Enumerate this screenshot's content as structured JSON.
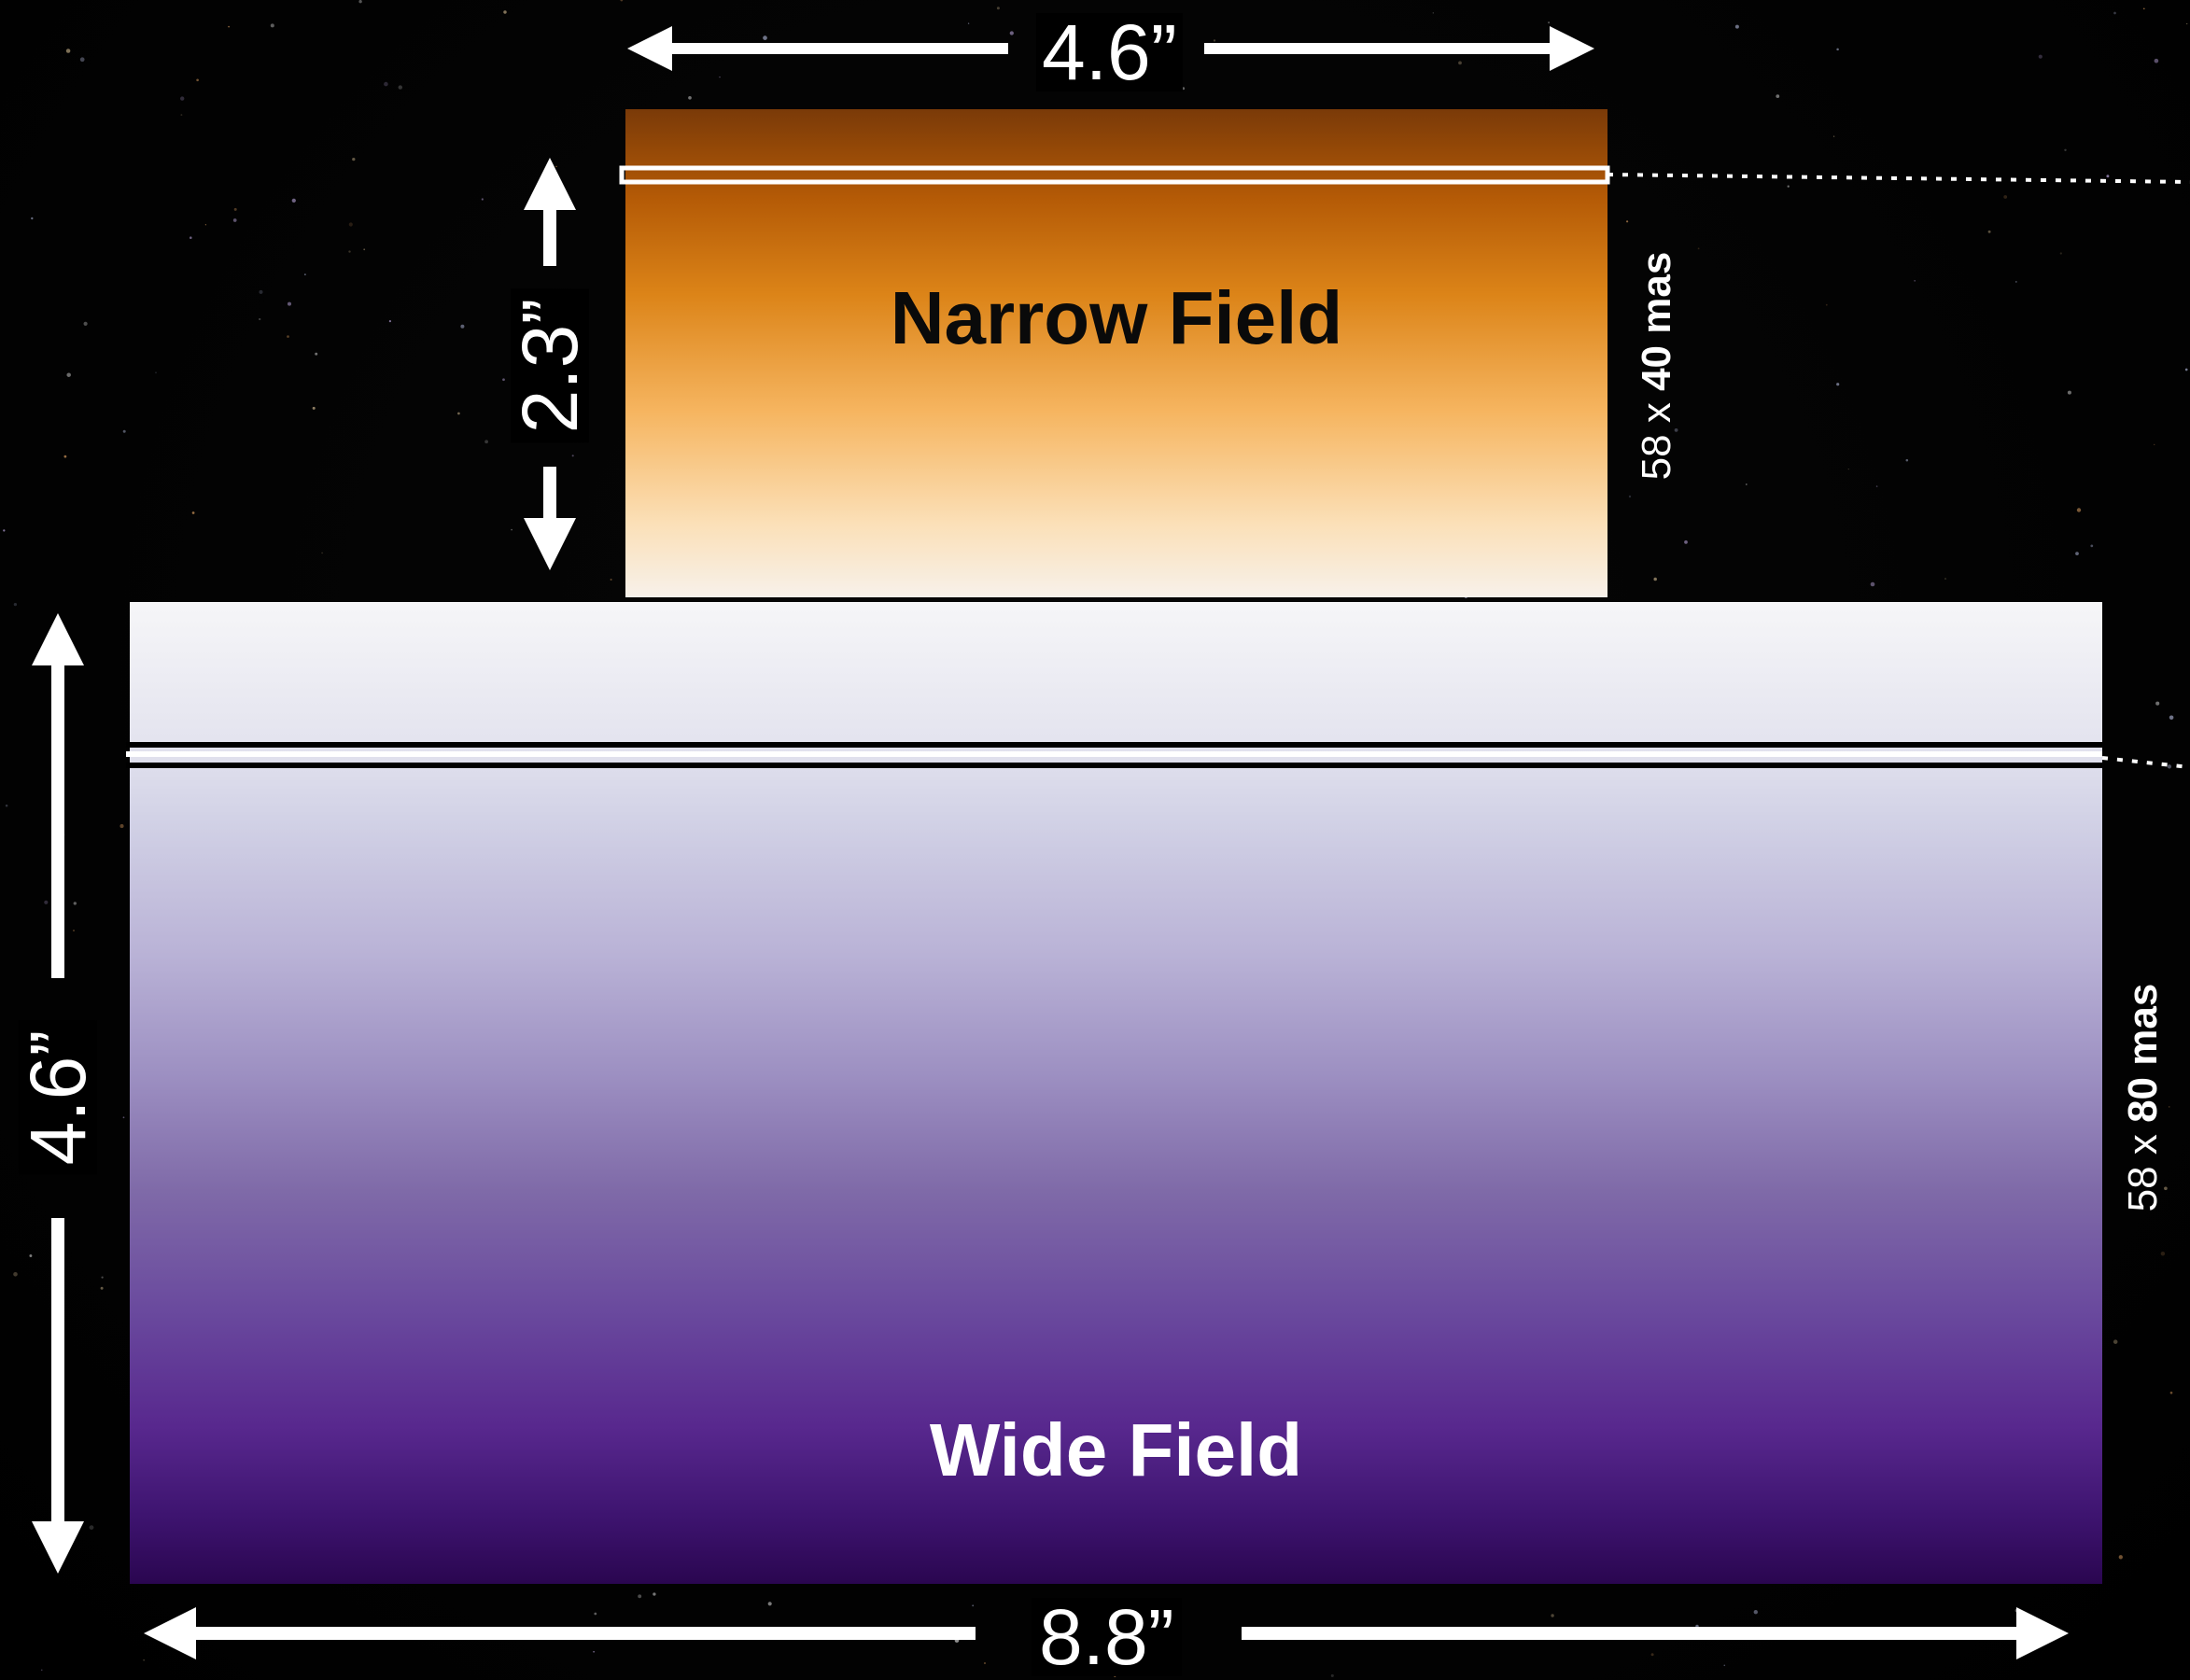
{
  "narrow_field": {
    "title": "Narrow Field",
    "width_label": "4.6”",
    "height_label": "2.3”",
    "scale_prefix": "58 x ",
    "scale_bold": "40 mas"
  },
  "wide_field": {
    "title": "Wide Field",
    "width_label": "8.8”",
    "height_label": "4.6”",
    "scale_prefix": "58 x ",
    "scale_bold": "80 mas"
  },
  "colors": {
    "background": "#000000",
    "narrow_top": "#7a3a08",
    "narrow_bottom": "#f7f1ea",
    "wide_top": "#f6f6f8",
    "wide_bottom": "#2a0650",
    "arrows": "#ffffff"
  }
}
